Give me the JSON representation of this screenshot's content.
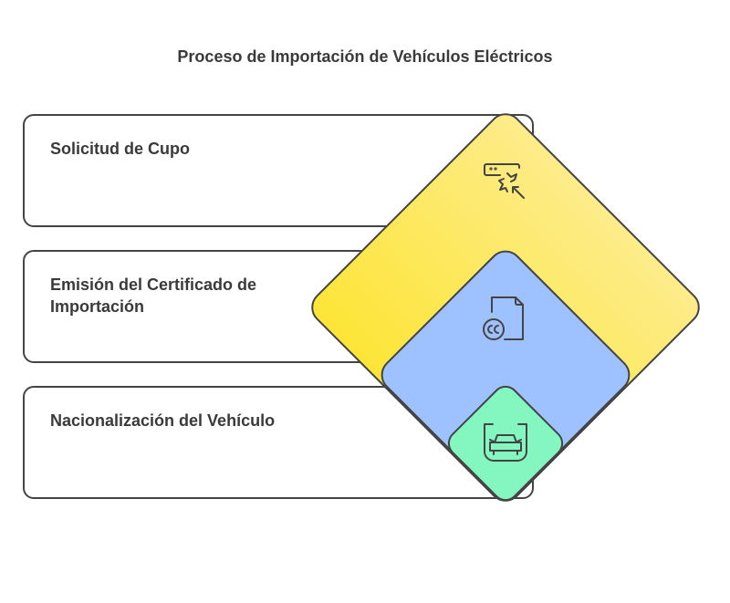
{
  "title": "Proceso de Importación de Vehículos Eléctricos",
  "steps": [
    {
      "label": "Solicitud de Cupo",
      "icon": "click-burst-icon",
      "color": "#fde962"
    },
    {
      "label": "Emisión del Certificado de Importación",
      "icon": "certificate-document-icon",
      "color": "#9ec1ff"
    },
    {
      "label": "Nacionalización del Vehículo",
      "icon": "car-badge-icon",
      "color": "#84f7c0"
    }
  ]
}
